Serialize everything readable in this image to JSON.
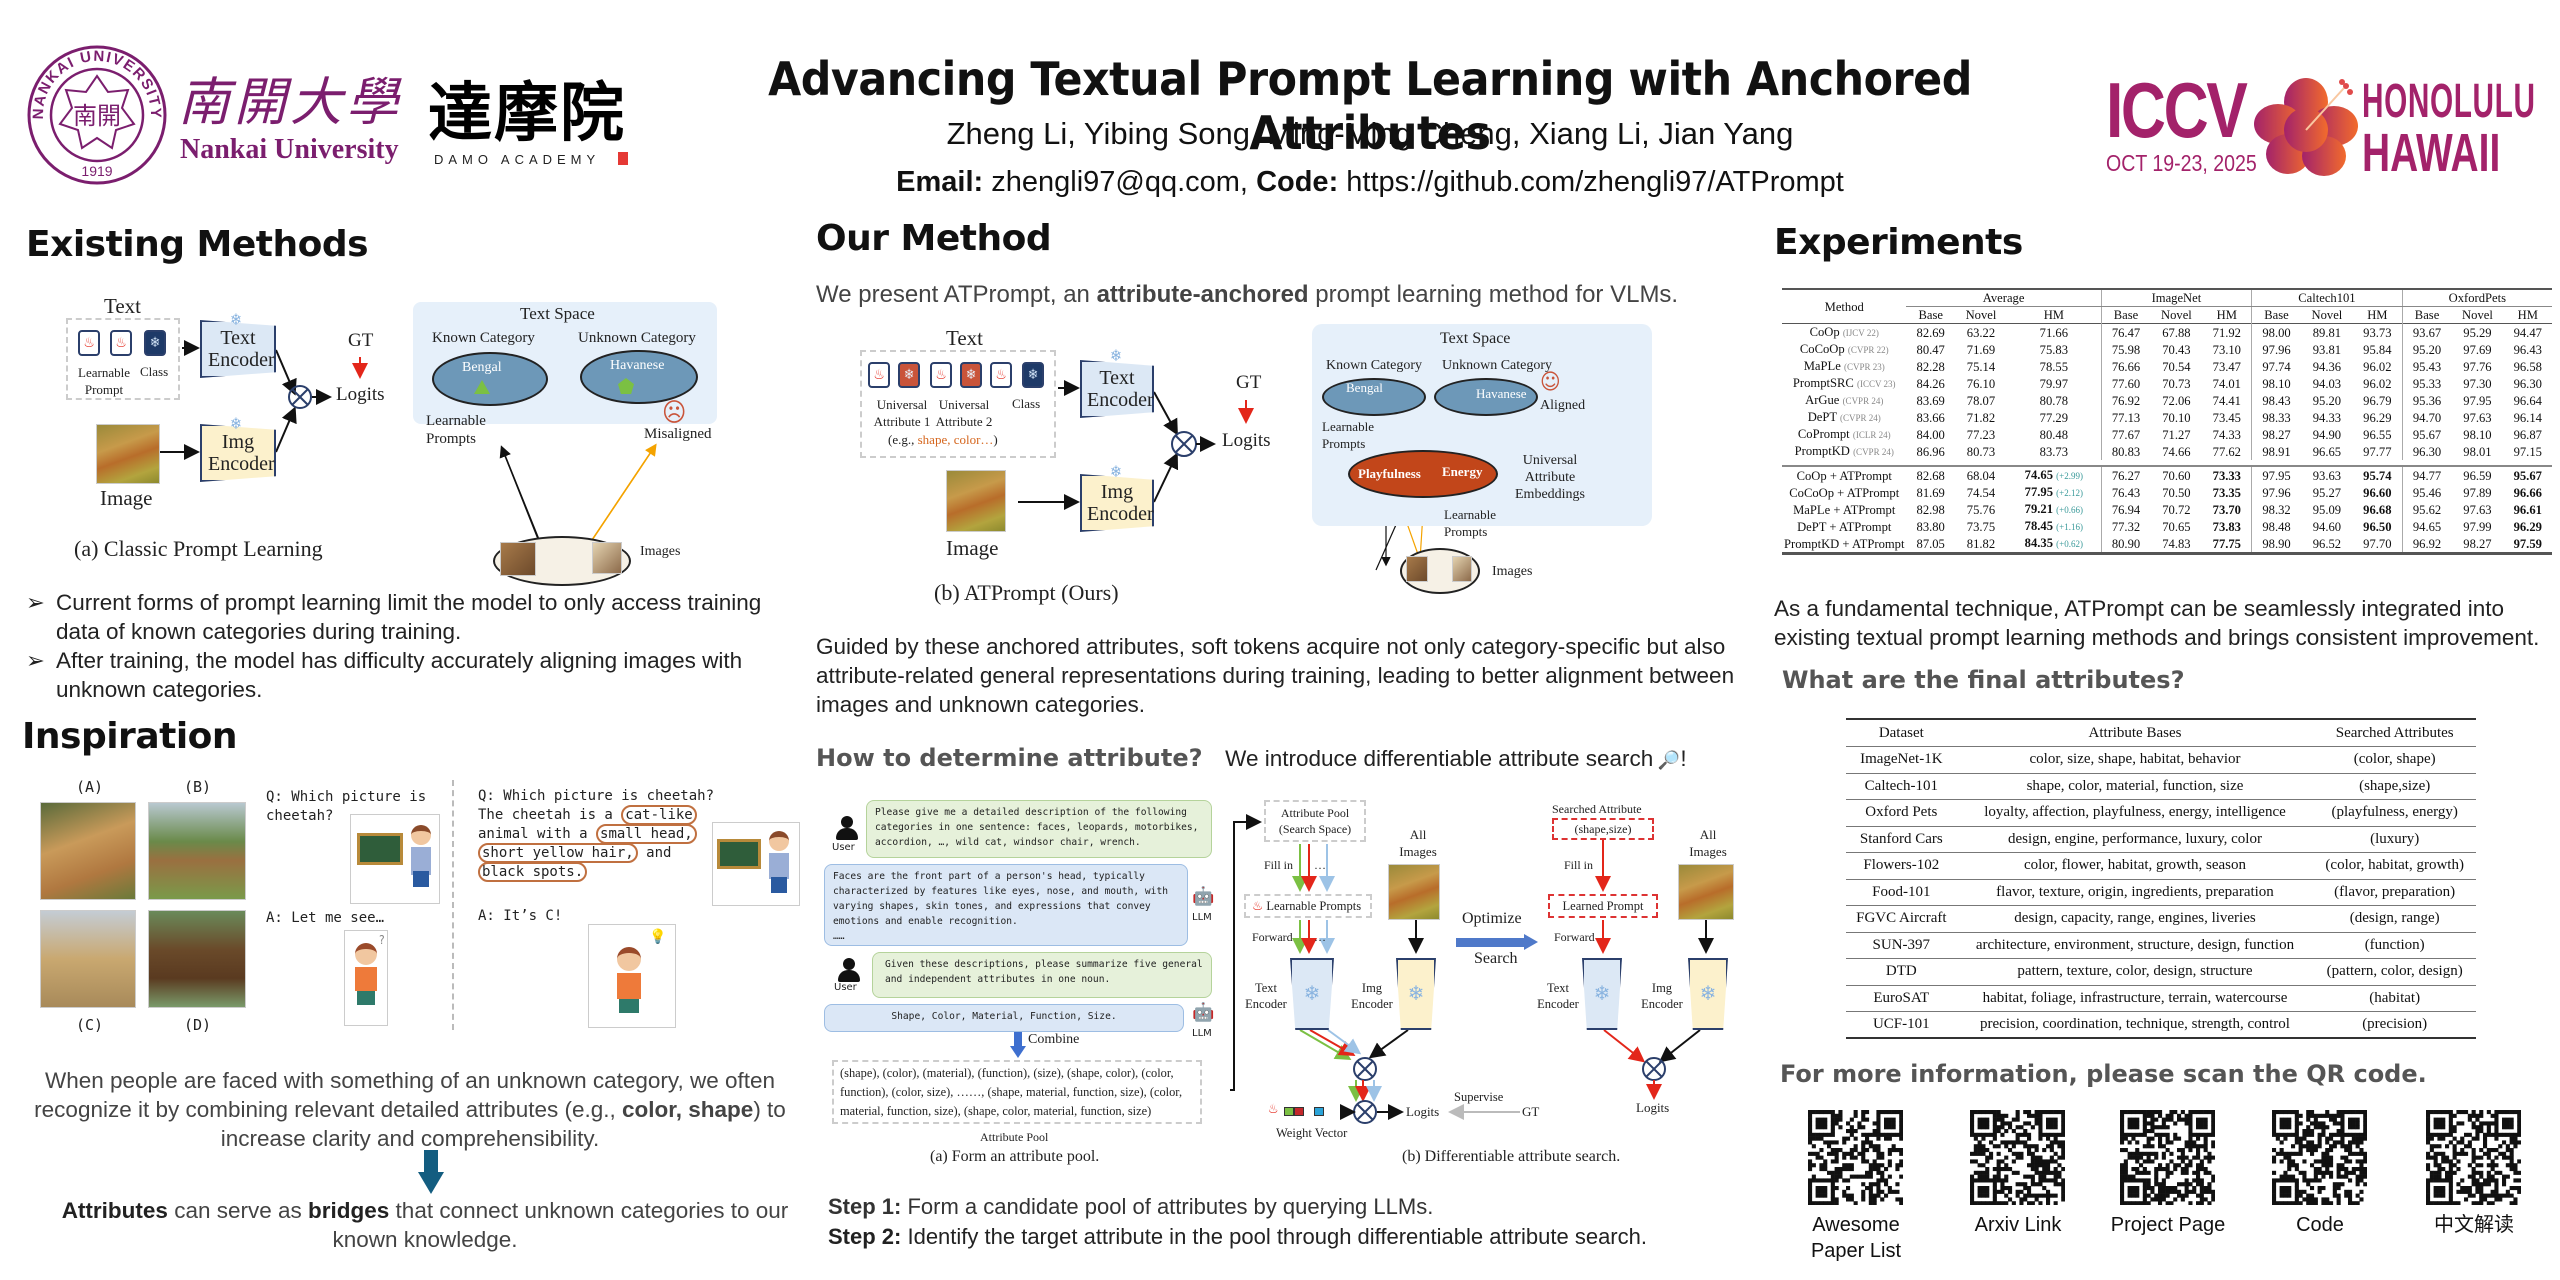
{
  "header": {
    "title": "Advancing Textual Prompt Learning with Anchored Attributes",
    "authors": "Zheng Li, Yibing Song, Ming-Ming Cheng, Xiang Li, Jian Yang",
    "email_label": "Email:",
    "email": "zhengli97@qq.com,",
    "code_label": "Code:",
    "code_url": "https://github.com/zhengli97/ATPrompt",
    "logos": {
      "nankai_seal_ring_top": "NANKAI UNIVERSITY",
      "nankai_seal_year": "1919",
      "nankai_seal_center": "南開",
      "nankai_chinese": "南開大學",
      "nankai_english": "Nankai University",
      "damo_chinese": "達摩院",
      "damo_english": "DAMO ACADEMY",
      "iccv": "ICCV",
      "iccv_dates": "OCT 19-23, 2025",
      "iccv_city": "HONOLULU",
      "iccv_state": "HAWAII"
    },
    "colors": {
      "nankai_purple": "#7b1e6e",
      "iccv_magenta": "#a3226a",
      "iccv_orange": "#f26b2c"
    }
  },
  "existing": {
    "heading": "Existing Methods",
    "figure": {
      "text_label": "Text",
      "learnable_prompt": "Learnable Prompt",
      "class_label": "Class",
      "text_encoder": "Text Encoder",
      "img_encoder": "Img Encoder",
      "image_label": "Image",
      "gt": "GT",
      "logits": "Logits",
      "text_space": "Text Space",
      "known_category": "Known Category",
      "unknown_category": "Unknown Category",
      "bengal": "Bengal",
      "havanese": "Havanese",
      "learnable_prompts": "Learnable Prompts",
      "misaligned": "Misaligned",
      "images": "Images",
      "caption": "(a) Classic Prompt Learning"
    },
    "bullets": [
      "Current forms of prompt learning limit the model to only access training data of known categories during training.",
      "After training, the model has difficulty accurately aligning images with unknown categories."
    ]
  },
  "inspiration": {
    "heading": "Inspiration",
    "panel_labels": [
      "(A)",
      "(B)",
      "(C)",
      "(D)"
    ],
    "q_left": "Q: Which picture is cheetah?",
    "a_left": "A: Let me see…",
    "q_right": "Q: Which picture is cheetah?",
    "desc_parts": [
      "The cheetah is a ",
      "cat-like",
      " animal with a ",
      "small head,",
      " ",
      "short yellow hair,",
      " and ",
      "black spots."
    ],
    "a_right": "A: It’s C!",
    "para1_a": "When people are faced with something of an unknown category, we often recognize it by combining relevant detailed attributes (e.g., ",
    "para1_b": "color, shape",
    "para1_c": ") to increase clarity and comprehensibility.",
    "para2_a": "Attributes",
    "para2_b": " can serve as ",
    "para2_c": "bridges",
    "para2_d": " that connect unknown categories to our known knowledge.",
    "arrow_color": "#135d80"
  },
  "method": {
    "heading": "Our Method",
    "intro_a": "We present ATPrompt, an ",
    "intro_b": "attribute-anchored",
    "intro_c": " prompt learning method for VLMs.",
    "figure": {
      "text_label": "Text",
      "attr1": "Universal Attribute 1",
      "attr2": "Universal Attribute 2",
      "eg_a": "(e.g., ",
      "eg_b": "shape, color…",
      "eg_c": ")",
      "class_label": "Class",
      "text_encoder": "Text Encoder",
      "img_encoder": "Img Encoder",
      "image_label": "Image",
      "gt": "GT",
      "logits": "Logits",
      "caption": "(b) ATPrompt (Ours)",
      "text_space": "Text Space",
      "known_category": "Known Category",
      "unknown_category": "Unknown Category",
      "bengal": "Bengal",
      "havanese": "Havanese",
      "aligned": "Aligned",
      "learnable_prompts": "Learnable Prompts",
      "playfulness": "Playfulness",
      "energy": "Energy",
      "universal_embeddings": "Universal Attribute Embeddings",
      "learnable_prompts_2": "Learnable Prompts",
      "images": "Images"
    },
    "para": "Guided by these anchored attributes, soft tokens acquire not only category-specific but also attribute-related general representations during training, leading to better alignment between images and unknown categories.",
    "how_heading": "How to determine attribute?",
    "how_text": "We introduce differentiable attribute search",
    "how_suffix": "!",
    "pool_figure": {
      "user_label": "User",
      "llm_label": "LLM",
      "chat1": "Please give me a detailed description of the following categories in one sentence: faces, leopards, motorbikes, accordion, …, wild cat, windsor chair, wrench.",
      "chat2": "Faces are the front part of a person's head, typically characterized by features like eyes, nose, and mouth, with varying shapes, skin tones, and expressions that convey emotions and enable recognition.",
      "chat2_more": "……",
      "chat3": "Given these descriptions, please summarize five general and independent attributes in one noun.",
      "chat4": "Shape, Color, Material, Function, Size.",
      "combine": "Combine",
      "pool_text": "(shape), (color), (material), (function), (size), (shape, color), (color, function), (color, size), ……, (shape, material, function, size), (color, material, function, size), (shape, color, material, function, size)",
      "pool_label": "Attribute Pool",
      "caption": "(a) Form an attribute pool."
    },
    "search_figure": {
      "pool_box": "Attribute Pool (Search Space)",
      "fill_in": "Fill in",
      "learnable_prompts": "Learnable Prompts",
      "forward": "Forward",
      "all_images": "All Images",
      "text_encoder": "Text Encoder",
      "img_encoder": "Img Encoder",
      "weight_vector": "Weight Vector",
      "logits": "Logits",
      "supervise": "Supervise",
      "gt": "GT",
      "optimize": "Optimize",
      "search": "Search",
      "searched_attr": "Searched Attribute",
      "searched_value": "(shape,size)",
      "learned_prompt": "Learned Prompt",
      "ellipsis": "…",
      "caption": "(b) Differentiable attribute search."
    },
    "step1_label": "Step 1:",
    "step1": " Form a candidate pool of attributes by querying LLMs.",
    "step2_label": "Step 2:",
    "step2": " Identify the target attribute in the pool through differentiable attribute search."
  },
  "experiments": {
    "heading": "Experiments",
    "results": {
      "method_header": "Method",
      "groups": [
        "Average",
        "ImageNet",
        "Caltech101",
        "OxfordPets"
      ],
      "subcols": [
        "Base",
        "Novel",
        "HM"
      ],
      "baselines": [
        {
          "name": "CoOp",
          "venue": "(IJCV 22)",
          "vals": [
            "82.69",
            "63.22",
            "71.66",
            "76.47",
            "67.88",
            "71.92",
            "98.00",
            "89.81",
            "93.73",
            "93.67",
            "95.29",
            "94.47"
          ]
        },
        {
          "name": "CoCoOp",
          "venue": "(CVPR 22)",
          "vals": [
            "80.47",
            "71.69",
            "75.83",
            "75.98",
            "70.43",
            "73.10",
            "97.96",
            "93.81",
            "95.84",
            "95.20",
            "97.69",
            "96.43"
          ]
        },
        {
          "name": "MaPLe",
          "venue": "(CVPR 23)",
          "vals": [
            "82.28",
            "75.14",
            "78.55",
            "76.66",
            "70.54",
            "73.47",
            "97.74",
            "94.36",
            "96.02",
            "95.43",
            "97.76",
            "96.58"
          ]
        },
        {
          "name": "PromptSRC",
          "venue": "(ICCV 23)",
          "vals": [
            "84.26",
            "76.10",
            "79.97",
            "77.60",
            "70.73",
            "74.01",
            "98.10",
            "94.03",
            "96.02",
            "95.33",
            "97.30",
            "96.30"
          ]
        },
        {
          "name": "ArGue",
          "venue": "(CVPR 24)",
          "vals": [
            "83.69",
            "78.07",
            "80.78",
            "76.92",
            "72.06",
            "74.41",
            "98.43",
            "95.20",
            "96.79",
            "95.36",
            "97.95",
            "96.64"
          ]
        },
        {
          "name": "DePT",
          "venue": "(CVPR 24)",
          "vals": [
            "83.66",
            "71.82",
            "77.29",
            "77.13",
            "70.10",
            "73.45",
            "98.33",
            "94.33",
            "96.29",
            "94.70",
            "97.63",
            "96.14"
          ]
        },
        {
          "name": "CoPrompt",
          "venue": "(ICLR 24)",
          "vals": [
            "84.00",
            "77.23",
            "80.48",
            "77.67",
            "71.27",
            "74.33",
            "98.27",
            "94.90",
            "96.55",
            "95.67",
            "98.10",
            "96.87"
          ]
        },
        {
          "name": "PromptKD",
          "venue": "(CVPR 24)",
          "vals": [
            "86.96",
            "80.73",
            "83.73",
            "80.83",
            "74.66",
            "77.62",
            "98.91",
            "96.65",
            "97.77",
            "96.30",
            "98.01",
            "97.15"
          ]
        }
      ],
      "ours": [
        {
          "name": "CoOp + ATPrompt",
          "gain": "(+2.99)",
          "vals": [
            "82.68",
            "68.04",
            "74.65",
            "76.27",
            "70.60",
            "73.33",
            "97.95",
            "93.63",
            "95.74",
            "94.77",
            "96.59",
            "95.67"
          ],
          "bold": [
            2,
            5,
            8,
            11
          ]
        },
        {
          "name": "CoCoOp + ATPrompt",
          "gain": "(+2.12)",
          "vals": [
            "81.69",
            "74.54",
            "77.95",
            "76.43",
            "70.50",
            "73.35",
            "97.96",
            "95.27",
            "96.60",
            "95.46",
            "97.89",
            "96.66"
          ],
          "bold": [
            2,
            5,
            8,
            11
          ]
        },
        {
          "name": "MaPLe + ATPrompt",
          "gain": "(+0.66)",
          "vals": [
            "82.98",
            "75.76",
            "79.21",
            "76.94",
            "70.72",
            "73.70",
            "98.32",
            "95.09",
            "96.68",
            "95.62",
            "97.63",
            "96.61"
          ],
          "bold": [
            2,
            5,
            8,
            11
          ]
        },
        {
          "name": "DePT + ATPrompt",
          "gain": "(+1.16)",
          "vals": [
            "83.80",
            "73.75",
            "78.45",
            "77.32",
            "70.65",
            "73.83",
            "98.48",
            "94.60",
            "96.50",
            "94.65",
            "97.99",
            "96.29"
          ],
          "bold": [
            2,
            5,
            8,
            11
          ]
        },
        {
          "name": "PromptKD + ATPrompt",
          "gain": "(+0.62)",
          "vals": [
            "87.05",
            "81.82",
            "84.35",
            "80.90",
            "74.83",
            "77.75",
            "98.90",
            "96.52",
            "97.70",
            "96.92",
            "98.27",
            "97.59"
          ],
          "bold": [
            2,
            5,
            11
          ]
        }
      ]
    },
    "para": "As a fundamental technique, ATPrompt can be seamlessly integrated into existing textual prompt learning methods and brings consistent improvement.",
    "attr_heading": "What are the final attributes?",
    "attr_table": {
      "headers": [
        "Dataset",
        "Attribute Bases",
        "Searched Attributes"
      ],
      "rows": [
        [
          "ImageNet-1K",
          "color, size, shape, habitat, behavior",
          "(color, shape)"
        ],
        [
          "Caltech-101",
          "shape, color, material, function, size",
          "(shape,size)"
        ],
        [
          "Oxford Pets",
          "loyalty, affection, playfulness, energy, intelligence",
          "(playfulness, energy)"
        ],
        [
          "Stanford Cars",
          "design, engine, performance, luxury, color",
          "(luxury)"
        ],
        [
          "Flowers-102",
          "color, flower, habitat, growth, season",
          "(color, habitat, growth)"
        ],
        [
          "Food-101",
          "flavor, texture, origin, ingredients, preparation",
          "(flavor, preparation)"
        ],
        [
          "FGVC Aircraft",
          "design, capacity, range, engines, liveries",
          "(design, range)"
        ],
        [
          "SUN-397",
          "architecture, environment, structure, design, function",
          "(function)"
        ],
        [
          "DTD",
          "pattern, texture, color, design, structure",
          "(pattern, color, design)"
        ],
        [
          "EuroSAT",
          "habitat, foliage, infrastructure, terrain, watercourse",
          "(habitat)"
        ],
        [
          "UCF-101",
          "precision, coordination, technique, strength, control",
          "(precision)"
        ]
      ]
    },
    "qr_heading": "For more information, please scan the QR code.",
    "qr_codes": [
      {
        "label": "Awesome Paper List"
      },
      {
        "label": "Arxiv Link"
      },
      {
        "label": "Project Page"
      },
      {
        "label": "Code"
      },
      {
        "label": "中文解读"
      }
    ]
  }
}
